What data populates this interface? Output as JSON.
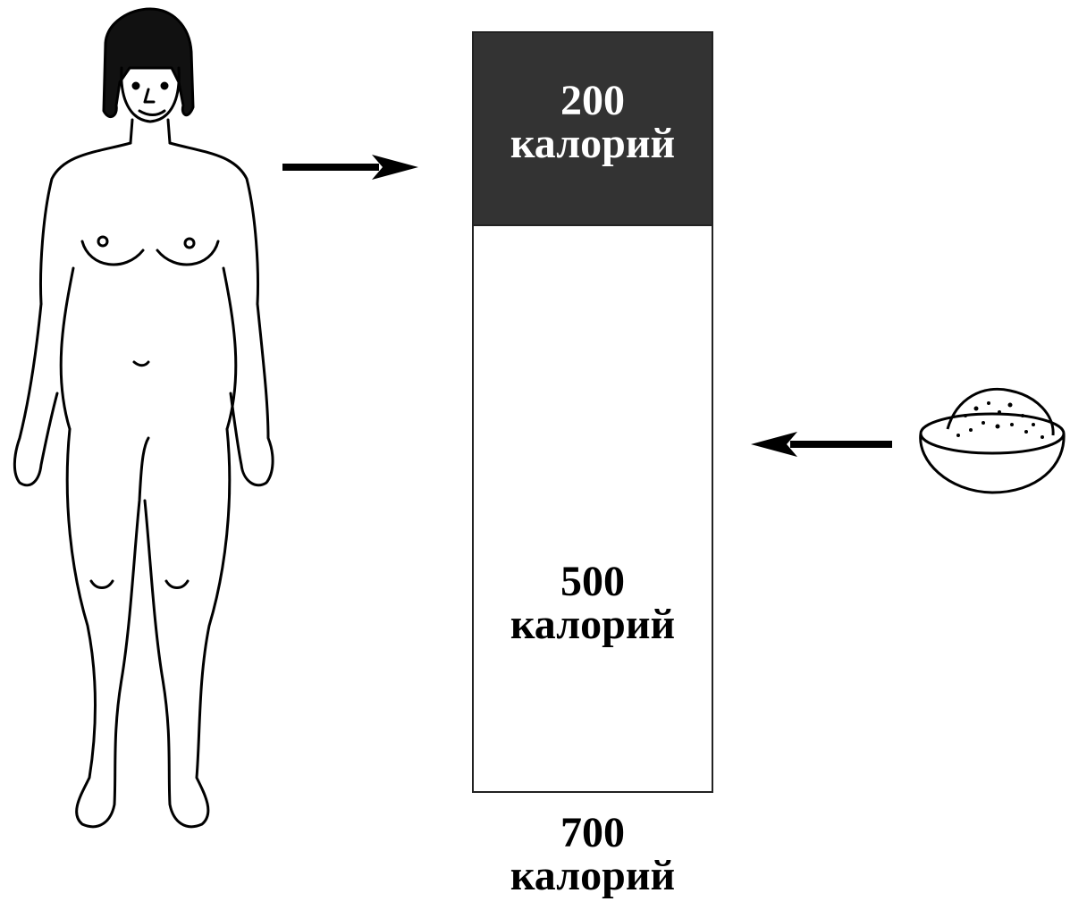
{
  "colors": {
    "spent_block": "#333333",
    "outline": "#222222",
    "text_dark": "#000000",
    "text_light": "#ffffff"
  },
  "icons": {
    "person": "human-figure-icon",
    "food": "food-bowl-icon",
    "arrow_out": "arrow-right-icon",
    "arrow_in": "arrow-left-icon"
  },
  "bar": {
    "top_value": "200",
    "top_unit": "калорий",
    "middle_value": "500",
    "middle_unit": "калорий",
    "total_value": "700",
    "total_unit": "калорий"
  }
}
